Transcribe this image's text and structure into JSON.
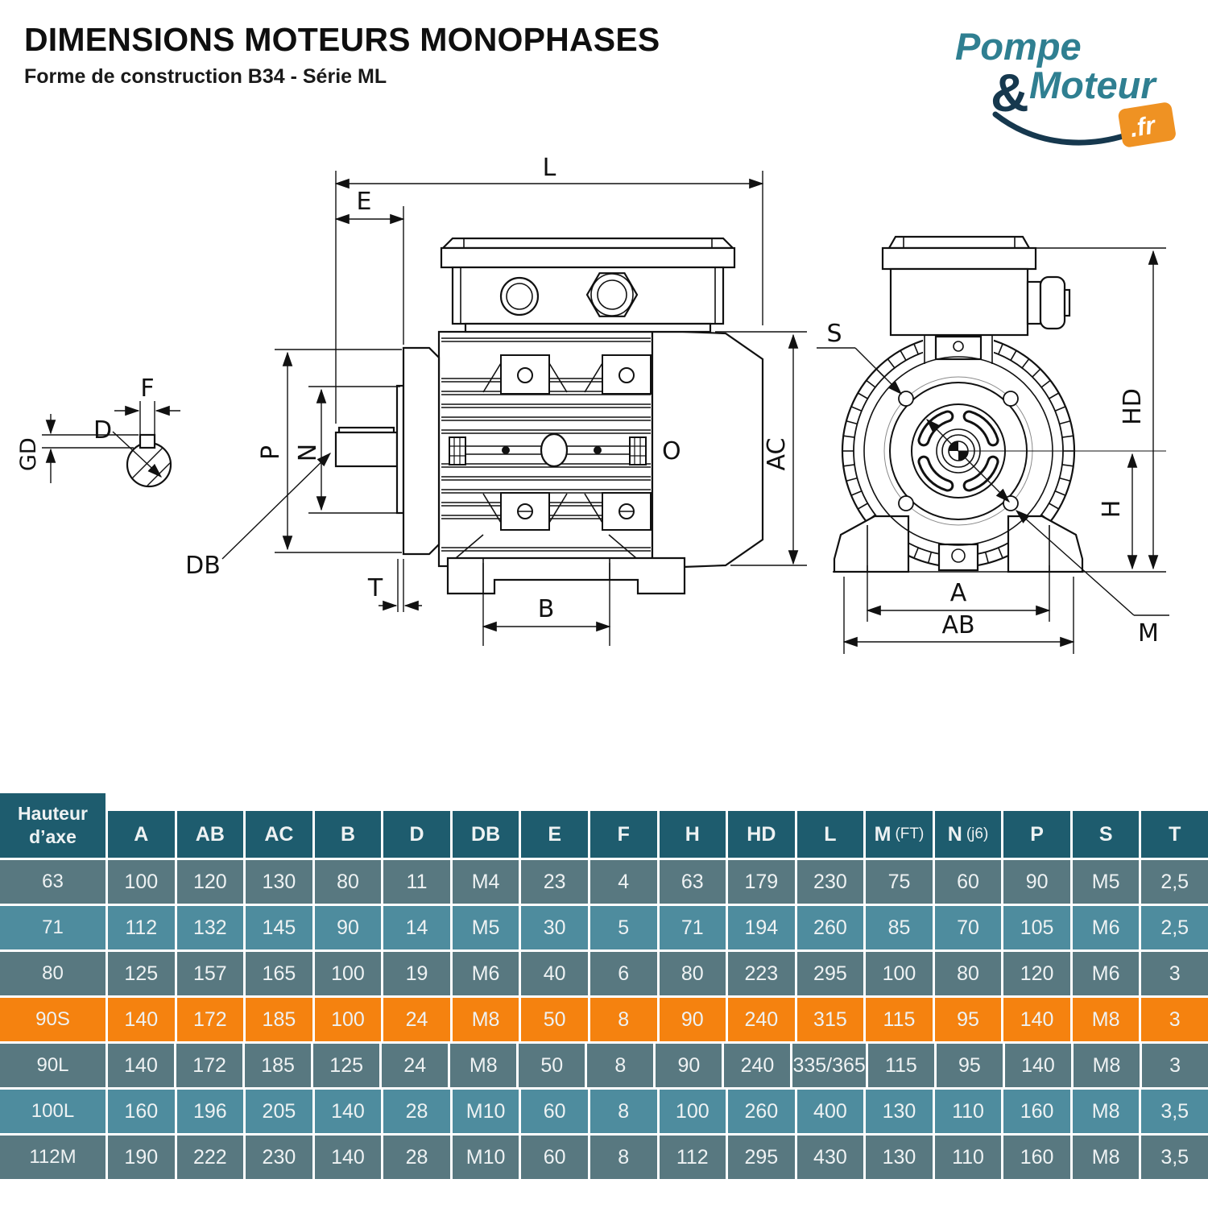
{
  "header": {
    "title": "DIMENSIONS MOTEURS MONOPHASES",
    "subtitle": "Forme de construction B34 - Série ML"
  },
  "logo": {
    "word1": "Pompe",
    "ampersand": "&",
    "word2": "Moteur",
    "tld": ".fr",
    "teal": "#2f7f91",
    "navy": "#16384e",
    "orange": "#ef9223"
  },
  "diagram": {
    "shaft_detail": {
      "F": "F",
      "D": "D",
      "GD": "GD"
    },
    "side_view": {
      "L": "L",
      "E": "E",
      "P": "P",
      "N": "N",
      "DB": "DB",
      "T": "T",
      "B": "B",
      "AC": "AC",
      "O": "O"
    },
    "front_view": {
      "S": "S",
      "HD": "HD",
      "H": "H",
      "A": "A",
      "AB": "AB",
      "M": "M"
    }
  },
  "table": {
    "axis_header": "Hauteur d’axe",
    "columns": [
      {
        "label": "A"
      },
      {
        "label": "AB"
      },
      {
        "label": "AC"
      },
      {
        "label": "B"
      },
      {
        "label": "D"
      },
      {
        "label": "DB"
      },
      {
        "label": "E"
      },
      {
        "label": "F"
      },
      {
        "label": "H"
      },
      {
        "label": "HD"
      },
      {
        "label": "L"
      },
      {
        "label": "M",
        "sub": "(FT)"
      },
      {
        "label": "N",
        "sub": "(j6)"
      },
      {
        "label": "P"
      },
      {
        "label": "S"
      },
      {
        "label": "T"
      }
    ],
    "rows": [
      {
        "label": "63",
        "tone": "dark",
        "values": [
          "100",
          "120",
          "130",
          "80",
          "11",
          "M4",
          "23",
          "4",
          "63",
          "179",
          "230",
          "75",
          "60",
          "90",
          "M5",
          "2,5"
        ]
      },
      {
        "label": "71",
        "tone": "light",
        "values": [
          "112",
          "132",
          "145",
          "90",
          "14",
          "M5",
          "30",
          "5",
          "71",
          "194",
          "260",
          "85",
          "70",
          "105",
          "M6",
          "2,5"
        ]
      },
      {
        "label": "80",
        "tone": "dark",
        "values": [
          "125",
          "157",
          "165",
          "100",
          "19",
          "M6",
          "40",
          "6",
          "80",
          "223",
          "295",
          "100",
          "80",
          "120",
          "M6",
          "3"
        ]
      },
      {
        "label": "90S",
        "tone": "highlight",
        "values": [
          "140",
          "172",
          "185",
          "100",
          "24",
          "M8",
          "50",
          "8",
          "90",
          "240",
          "315",
          "115",
          "95",
          "140",
          "M8",
          "3"
        ]
      },
      {
        "label": "90L",
        "tone": "dark",
        "values": [
          "140",
          "172",
          "185",
          "125",
          "24",
          "M8",
          "50",
          "8",
          "90",
          "240",
          "335/365",
          "115",
          "95",
          "140",
          "M8",
          "3"
        ]
      },
      {
        "label": "100L",
        "tone": "light",
        "values": [
          "160",
          "196",
          "205",
          "140",
          "28",
          "M10",
          "60",
          "8",
          "100",
          "260",
          "400",
          "130",
          "110",
          "160",
          "M8",
          "3,5"
        ]
      },
      {
        "label": "112M",
        "tone": "dark",
        "values": [
          "190",
          "222",
          "230",
          "140",
          "28",
          "M10",
          "60",
          "8",
          "112",
          "295",
          "430",
          "130",
          "110",
          "160",
          "M8",
          "3,5"
        ]
      }
    ],
    "colors": {
      "header": "#1e5c6e",
      "dark": "#587880",
      "light": "#4e8c9e",
      "highlight": "#f5820f"
    }
  }
}
